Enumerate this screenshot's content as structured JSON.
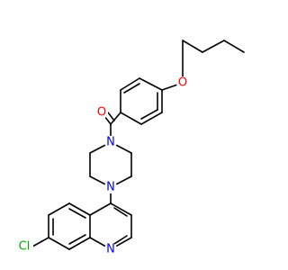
{
  "molecule": {
    "labels": {
      "ether_oxygen": "O",
      "carbonyl_oxygen": "O",
      "piperazine_n_top": "N",
      "piperazine_n_bottom": "N",
      "quinoline_n": "N",
      "chlorine": "Cl"
    },
    "colors": {
      "O": "#ff0000",
      "N": "#0000ff",
      "Cl": "#00b000",
      "bond": "#000000"
    }
  }
}
